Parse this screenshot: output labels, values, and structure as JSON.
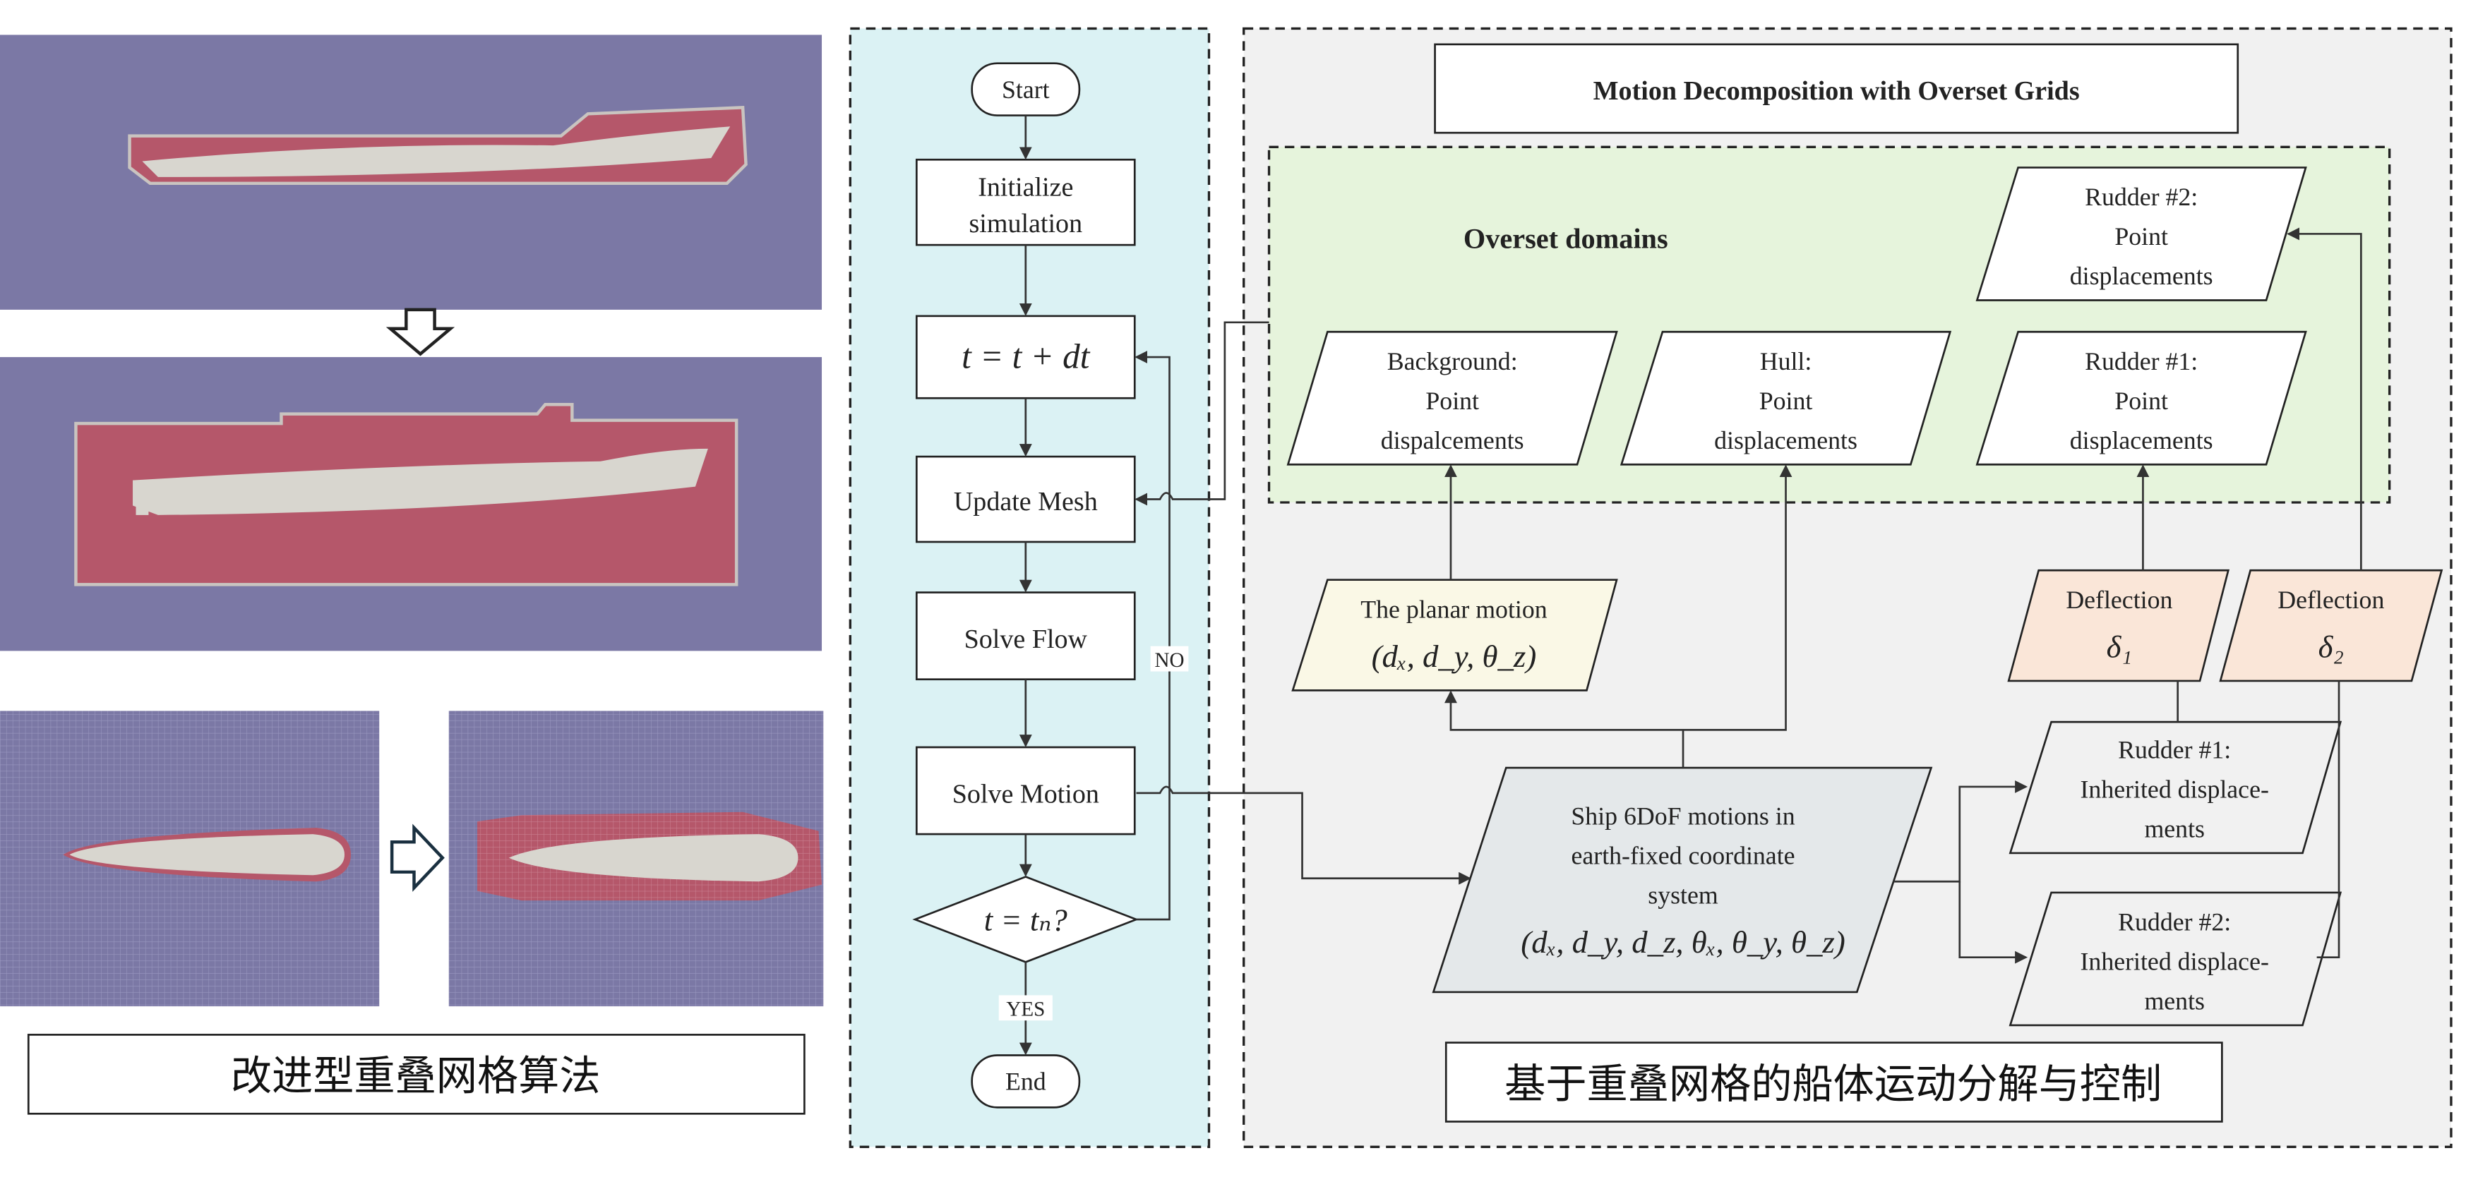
{
  "left_panel": {
    "caption": "改进型重叠网格算法"
  },
  "flowchart": {
    "start": "Start",
    "init_l1": "Initialize",
    "init_l2": "simulation",
    "update_mesh": "Update Mesh",
    "solve_flow": "Solve Flow",
    "solve_motion": "Solve Motion",
    "end": "End",
    "no": "NO",
    "yes": "YES"
  },
  "decomposition": {
    "title": "Motion Decomposition with Overset Grids",
    "overset_label": "Overset domains",
    "background_l1": "Background:",
    "background_l2": "Point",
    "background_l3": "dispalcements",
    "hull_l1": "Hull:",
    "hull_l2": "Point",
    "hull_l3": "displacements",
    "rudder1_l1": "Rudder #1:",
    "rudder1_l2": "Point",
    "rudder1_l3": "displacements",
    "rudder2_l1": "Rudder #2:",
    "rudder2_l2": "Point",
    "rudder2_l3": "displacements",
    "planar": "The planar motion",
    "deflection1": "Deflection",
    "deflection2": "Deflection",
    "ship_l1": "Ship 6DoF motions in",
    "ship_l2": "earth-fixed coordinate",
    "ship_l3": "system",
    "inh1_l1": "Rudder #1:",
    "inh1_l2": "Inherited displace-",
    "inh1_l3": "ments",
    "inh2_l1": "Rudder  #2:",
    "inh2_l2": "Inherited displace-",
    "inh2_l3": "ments",
    "caption": "基于重叠网格的船体运动分解与控制"
  },
  "colors": {
    "background_domain": "#7b78a5",
    "overset_hole": "#b5576a",
    "hull_surface": "#d8d6cf",
    "flowchart_bg": "#dbf2f4",
    "overset_bg": "#e6f4dc",
    "panel_bg": "#f1f1f1",
    "planar_fill": "#faf8e6",
    "deflection_fill": "#fae6d8",
    "ship_fill": "#e4e8ea"
  }
}
